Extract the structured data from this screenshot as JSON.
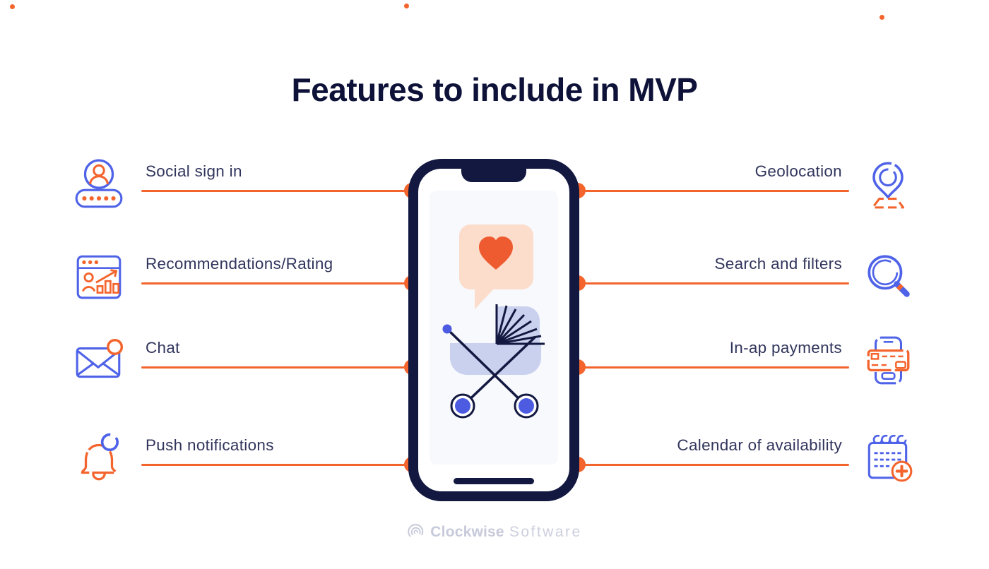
{
  "title": "Features to include in MVP",
  "left_features": [
    {
      "label": "Social sign in",
      "icon": "user-password-icon"
    },
    {
      "label": "Recommendations/Rating",
      "icon": "analytics-window-icon"
    },
    {
      "label": "Chat",
      "icon": "envelope-icon"
    },
    {
      "label": "Push notifications",
      "icon": "bell-icon"
    }
  ],
  "right_features": [
    {
      "label": "Geolocation",
      "icon": "map-pin-icon"
    },
    {
      "label": "Search and filters",
      "icon": "magnifier-icon"
    },
    {
      "label": "In-ap payments",
      "icon": "phone-card-icon"
    },
    {
      "label": "Calendar of availability",
      "icon": "calendar-plus-icon"
    }
  ],
  "phone_illustration": {
    "description": "smartphone showing heart message bubble and baby stroller",
    "icons": [
      "heart-message-icon",
      "stroller-icon"
    ]
  },
  "footer": {
    "brand_bold": "Clockwise",
    "brand_light": "Software"
  },
  "colors": {
    "accent_orange": "#F4642D",
    "accent_blue": "#4F63E8",
    "navy": "#131840",
    "label_text": "#31355C",
    "title_text": "#0E1238",
    "screen_bg": "#F7F9FD",
    "bubble_peach": "#FCDCCB",
    "heart_orange": "#EE5B30",
    "stroller_body": "#C9D1EF",
    "wheel_blue": "#4C5BE0",
    "logo_gray": "#C7CADA"
  }
}
